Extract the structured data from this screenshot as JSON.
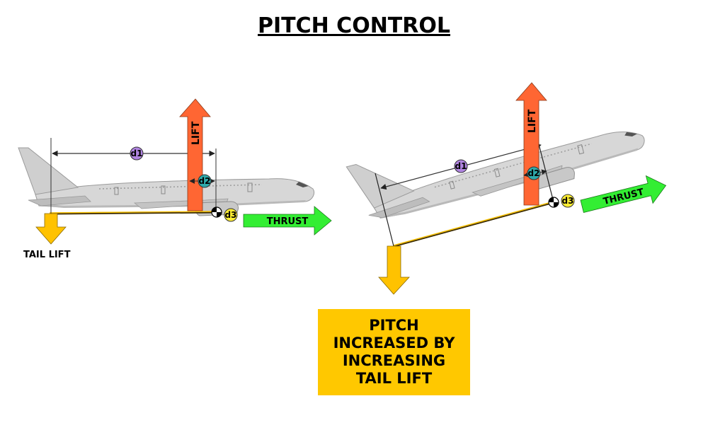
{
  "title": "PITCH CONTROL",
  "colors": {
    "lift": "#ff6633",
    "thrust": "#33ee33",
    "tail_lift": "#ffc200",
    "note_box": "#ffc800",
    "d1_marker": "#b084e0",
    "d2_marker": "#2eaaaa",
    "d3_marker": "#ffee33",
    "fuselage": "#d4d4d4"
  },
  "left_diagram": {
    "lift_label": "LIFT",
    "thrust_label": "THRUST",
    "tail_lift_label": "TAIL LIFT",
    "d1_label": "d1",
    "d2_label": "d2",
    "d3_label": "d3"
  },
  "right_diagram": {
    "lift_label": "LIFT",
    "thrust_label": "THRUST",
    "d1_label": "d1",
    "d2_label": "d2",
    "d3_label": "d3"
  },
  "note": "PITCH\nINCREASED BY\nINCREASING\nTAIL LIFT"
}
